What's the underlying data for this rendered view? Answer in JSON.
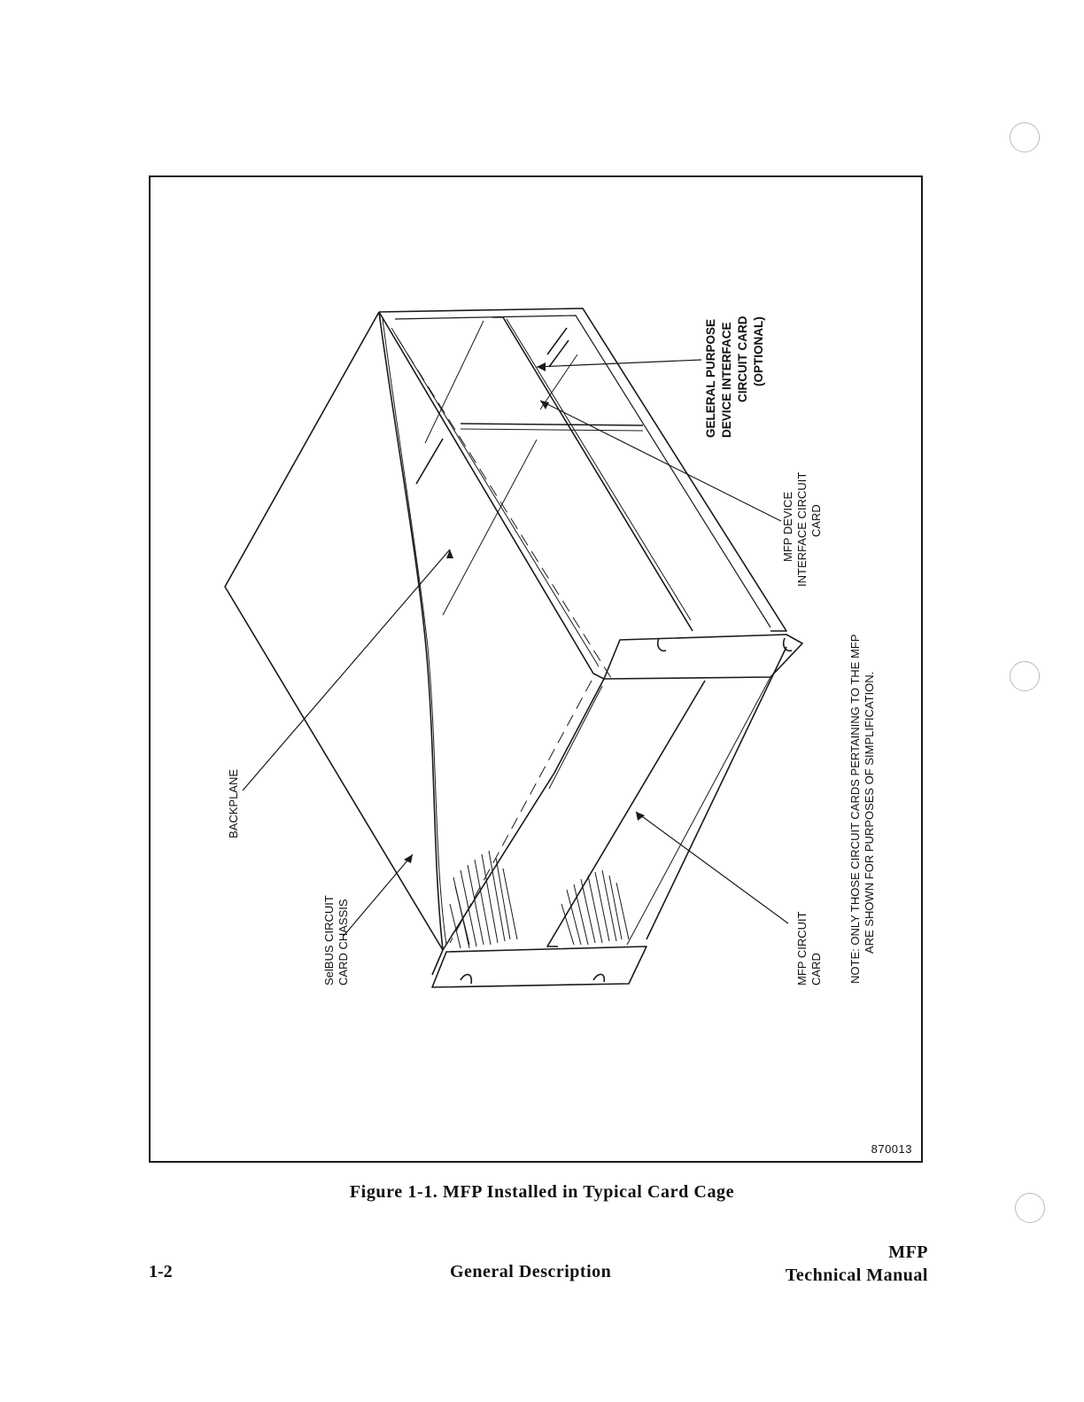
{
  "figure": {
    "labels": {
      "general_purpose": [
        "GELERAL PURPOSE",
        "DEVICE INTERFACE",
        "CIRCUIT CARD",
        "(OPTIONAL)"
      ],
      "mfp_device": [
        "MFP DEVICE",
        "INTERFACE CIRCUIT",
        "CARD"
      ],
      "backplane": "BACKPLANE",
      "selbus": [
        "SelBUS CIRCUIT",
        "CARD CHASSIS"
      ],
      "mfp_circuit": [
        "MFP CIRCUIT",
        "CARD"
      ],
      "note": [
        "NOTE: ONLY THOSE CIRCUIT CARDS PERTAINING TO THE MFP",
        "ARE SHOWN FOR PURPOSES OF SIMPLIFICATION."
      ]
    },
    "figure_id": "870013",
    "caption": "Figure 1-1. MFP Installed in Typical Card Cage"
  },
  "footer": {
    "page_number": "1-2",
    "section": "General Description",
    "manual_line1": "MFP",
    "manual_line2": "Technical Manual"
  }
}
